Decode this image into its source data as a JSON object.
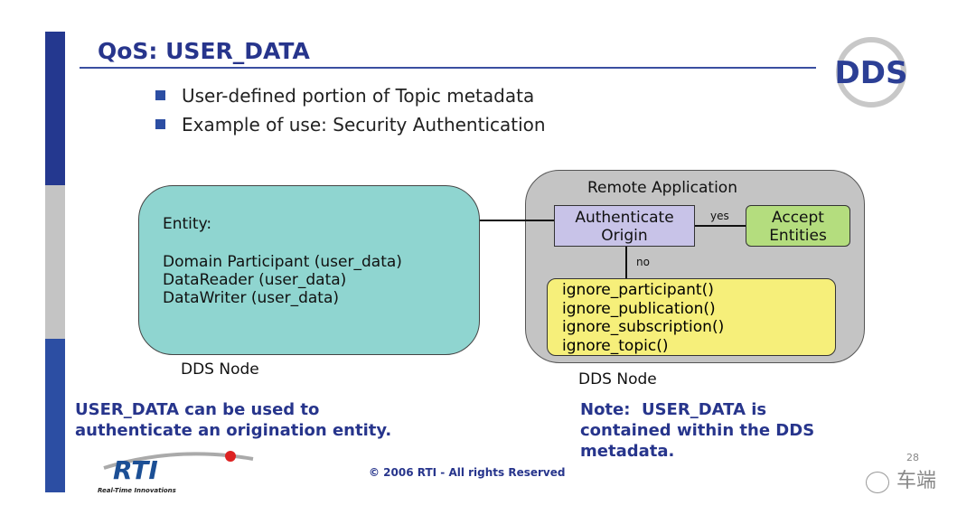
{
  "slide": {
    "title": "QoS:  USER_DATA",
    "bullets": [
      "User-defined portion of Topic metadata",
      "Example of use: Security Authentication"
    ],
    "logo_text": "DDS"
  },
  "diagram": {
    "local_node": {
      "entity_label": "Entity:",
      "items": [
        "Domain Participant (user_data)",
        "DataReader (user_data)",
        "DataWriter (user_data)"
      ],
      "caption": "DDS Node"
    },
    "remote_node": {
      "title": "Remote Application",
      "authenticate": "Authenticate\nOrigin",
      "yes_label": "yes",
      "no_label": "no",
      "accept": "Accept\nEntities",
      "ignore_calls": [
        "ignore_participant()",
        "ignore_publication()",
        "ignore_subscription()",
        "ignore_topic()"
      ],
      "caption": "DDS Node"
    }
  },
  "notes": {
    "left": "USER_DATA can be used to\nauthenticate an origination entity.",
    "right": "Note:  USER_DATA is\ncontained within the DDS\nmetadata."
  },
  "footer": {
    "copyright": "© 2006 RTI - All rights Reserved",
    "rti_logo": "RTI",
    "rti_tagline": "Real-Time Innovations",
    "page_number": "28",
    "watermark": "车端"
  },
  "colors": {
    "title": "#27358c",
    "node_local": "#8fd5d0",
    "node_remote": "#c4c4c4",
    "authenticate": "#c8c3e8",
    "accept": "#b4dd7e",
    "ignore": "#f6ef7a"
  }
}
